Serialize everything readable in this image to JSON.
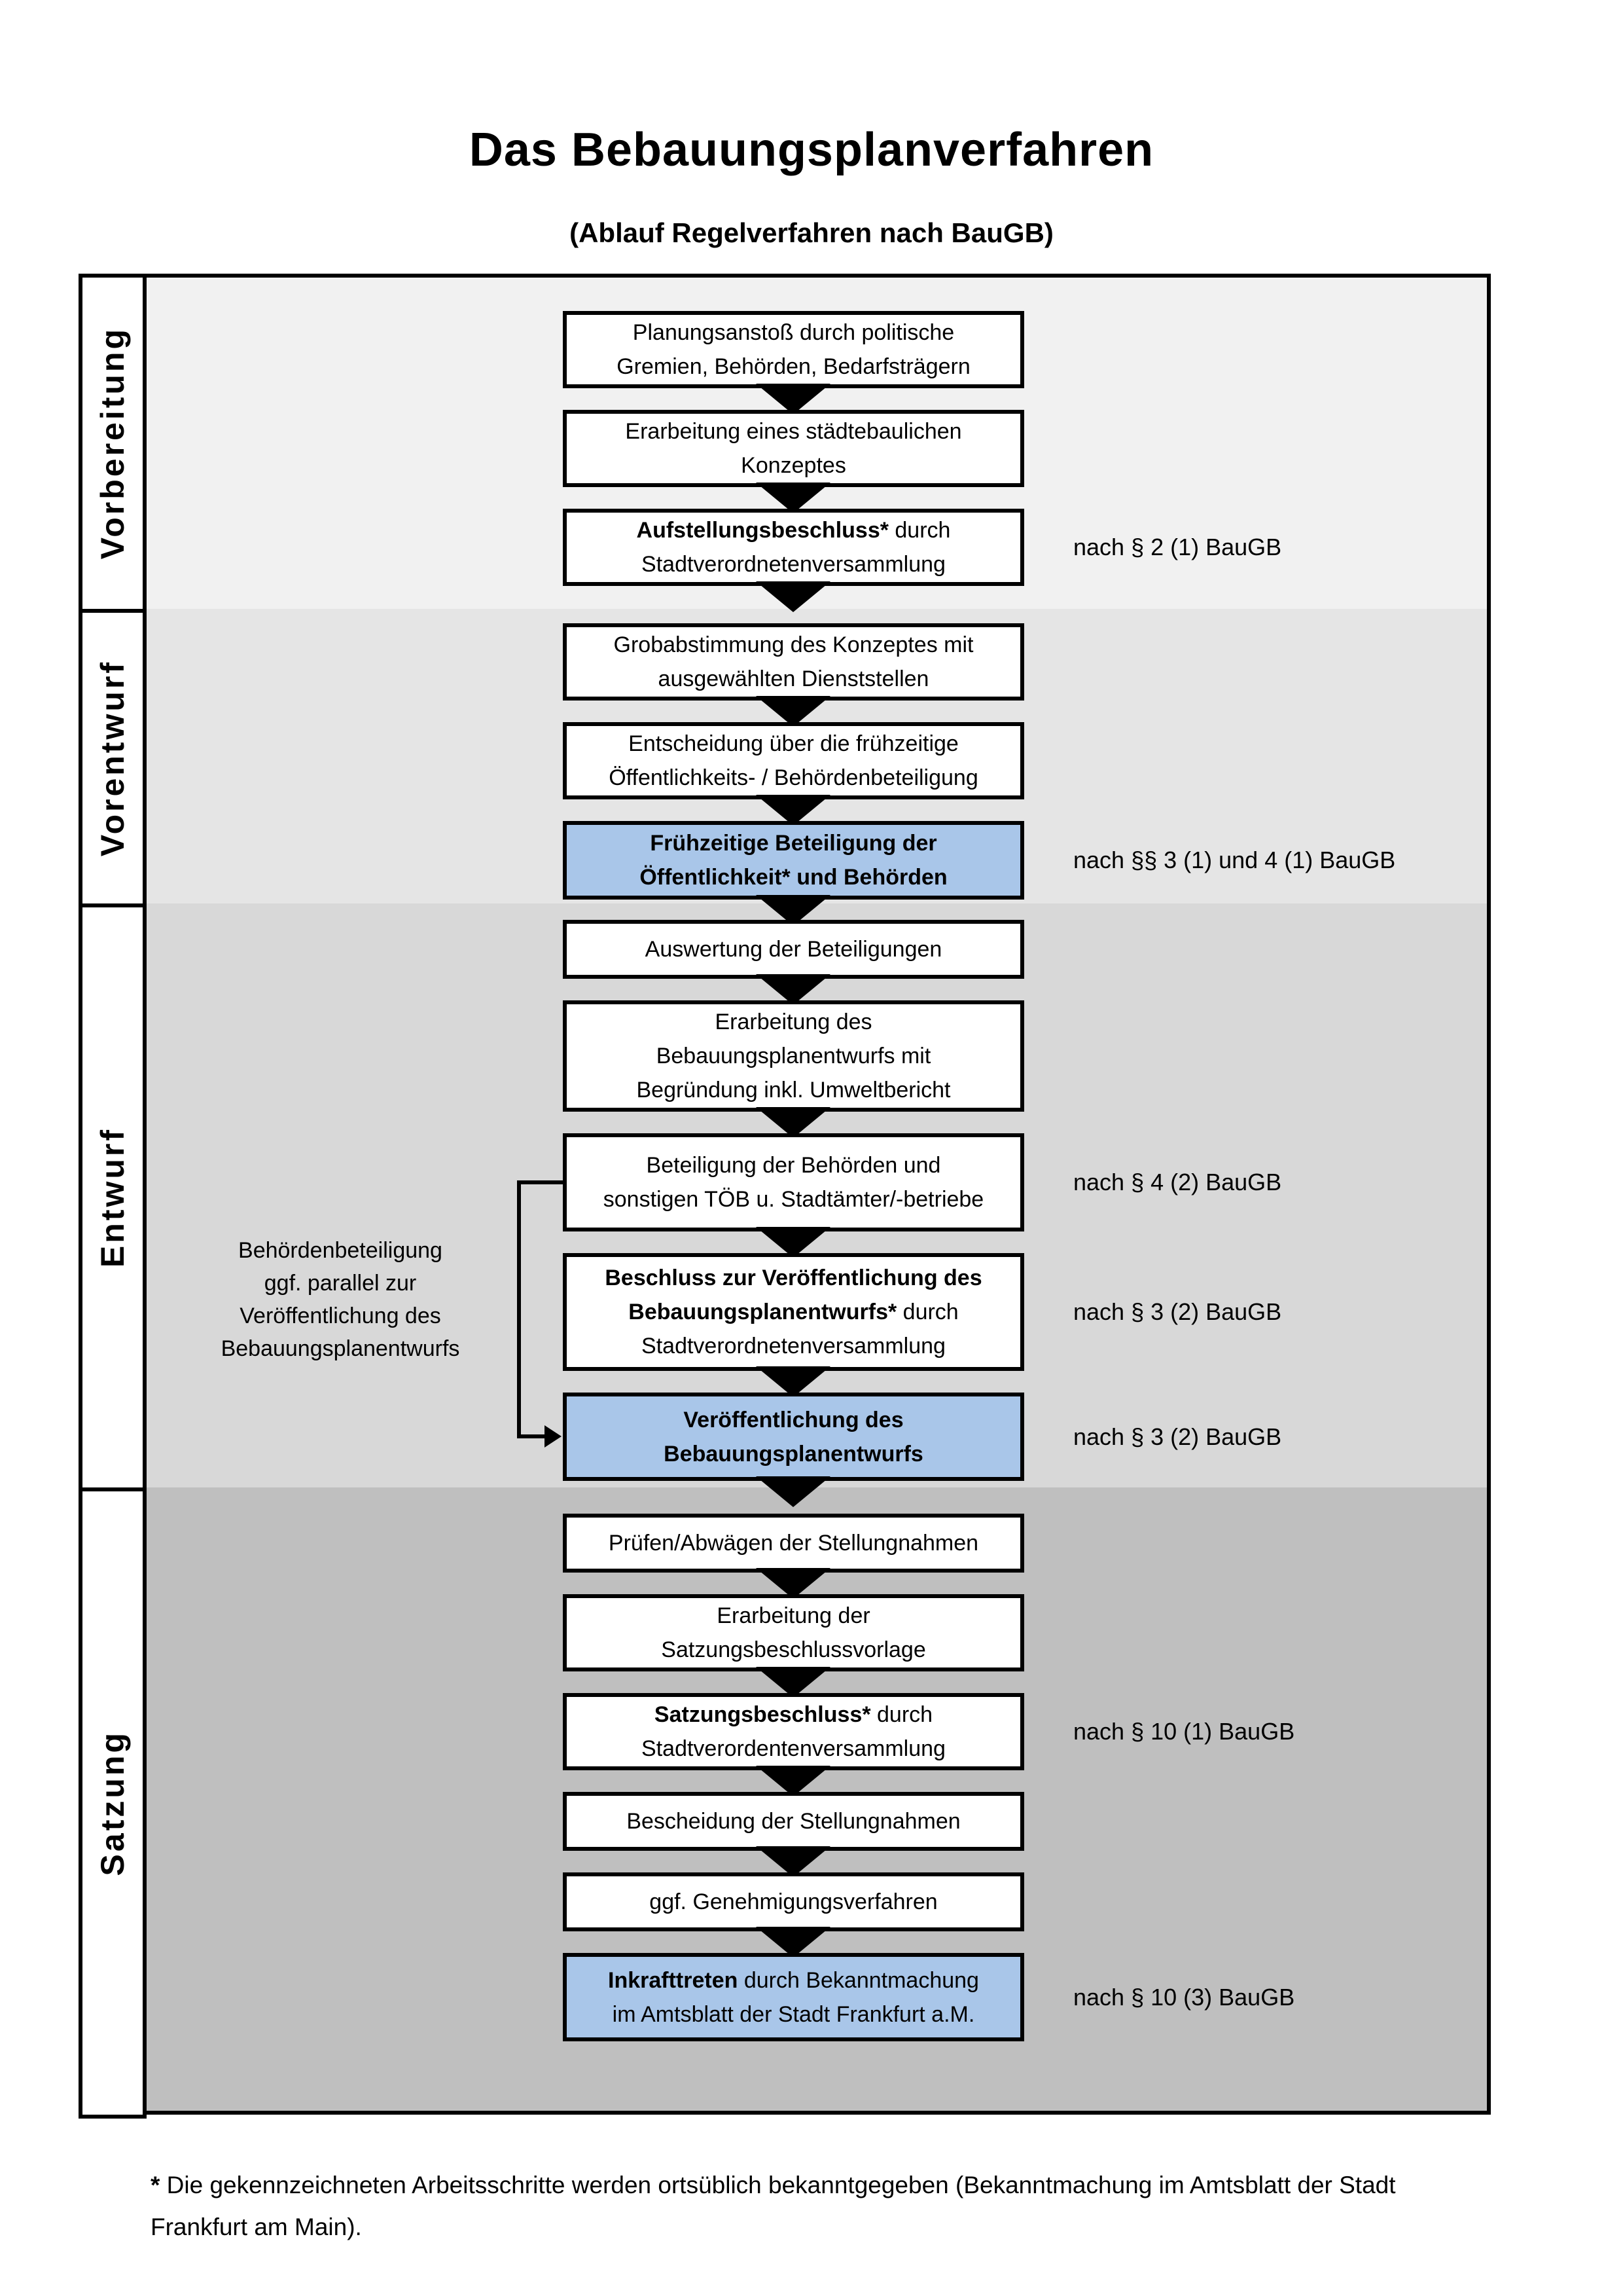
{
  "title": "Das Bebauungsplanverfahren",
  "subtitle": "(Ablauf Regelverfahren nach BauGB)",
  "colors": {
    "highlight_blue": "#a9c6e9",
    "band_vorbereitung": "#f1f1f1",
    "band_vorentwurf": "#e5e5e5",
    "band_entwurf": "#d8d8d8",
    "band_satzung": "#bfbfbf",
    "box_border": "#000000"
  },
  "phases": [
    {
      "label": "Vorbereitung"
    },
    {
      "label": "Vorentwurf"
    },
    {
      "label": "Entwurf"
    },
    {
      "label": "Satzung"
    }
  ],
  "boxes": [
    {
      "id": "planungsanstoss",
      "phase": 0,
      "h": 118,
      "highlight": false,
      "note": null,
      "lines": [
        [
          [
            "Planungsanstoß durch politische",
            0
          ]
        ],
        [
          [
            "Gremien, Behörden, Bedarfsträgern",
            0
          ]
        ]
      ]
    },
    {
      "id": "staedtebauliches-konzept",
      "phase": 0,
      "h": 118,
      "highlight": false,
      "note": null,
      "lines": [
        [
          [
            "Erarbeitung eines städtebaulichen",
            0
          ]
        ],
        [
          [
            "Konzeptes",
            0
          ]
        ]
      ]
    },
    {
      "id": "aufstellungsbeschluss",
      "phase": 0,
      "h": 118,
      "highlight": false,
      "note": "nach § 2 (1) BauGB",
      "lines": [
        [
          [
            "Aufstellungsbeschluss*",
            1
          ],
          [
            " durch",
            0
          ]
        ],
        [
          [
            "Stadtverordnetenversammlung",
            0
          ]
        ]
      ]
    },
    {
      "id": "grobabstimmung",
      "phase": 1,
      "h": 118,
      "highlight": false,
      "note": null,
      "lines": [
        [
          [
            "Grobabstimmung des Konzeptes mit",
            0
          ]
        ],
        [
          [
            "ausgewählten Dienststellen",
            0
          ]
        ]
      ]
    },
    {
      "id": "entscheidung-fruehzeitige-beteiligung",
      "phase": 1,
      "h": 118,
      "highlight": false,
      "note": null,
      "lines": [
        [
          [
            "Entscheidung über die frühzeitige",
            0
          ]
        ],
        [
          [
            "Öffentlichkeits- / Behördenbeteiligung",
            0
          ]
        ]
      ]
    },
    {
      "id": "fruehzeitige-beteiligung",
      "phase": 1,
      "h": 120,
      "highlight": true,
      "note": "nach §§ 3 (1) und 4 (1) BauGB",
      "lines": [
        [
          [
            "Frühzeitige Beteiligung der",
            1
          ]
        ],
        [
          [
            "Öffentlichkeit* und Behörden",
            1
          ]
        ]
      ]
    },
    {
      "id": "auswertung-beteiligungen",
      "phase": 2,
      "h": 90,
      "highlight": false,
      "note": null,
      "lines": [
        [
          [
            "Auswertung der Beteiligungen",
            0
          ]
        ]
      ]
    },
    {
      "id": "erarbeitung-bebauungsplanentwurf",
      "phase": 2,
      "h": 170,
      "highlight": false,
      "note": null,
      "lines": [
        [
          [
            "Erarbeitung des",
            0
          ]
        ],
        [
          [
            "Bebauungsplanentwurfs mit",
            0
          ]
        ],
        [
          [
            "Begründung inkl. Umweltbericht",
            0
          ]
        ]
      ]
    },
    {
      "id": "beteiligung-behoerden-toeb",
      "phase": 2,
      "h": 150,
      "highlight": false,
      "note": "nach § 4 (2) BauGB",
      "lines": [
        [
          [
            "Beteiligung der Behörden und",
            0
          ]
        ],
        [
          [
            "sonstigen TÖB u. Stadtämter/-betriebe",
            0
          ]
        ]
      ]
    },
    {
      "id": "beschluss-veroeffentlichung",
      "phase": 2,
      "h": 180,
      "highlight": false,
      "note": "nach § 3 (2) BauGB",
      "lines": [
        [
          [
            "Beschluss zur Veröffentlichung des",
            1
          ]
        ],
        [
          [
            "Bebauungsplanentwurfs*",
            1
          ],
          [
            " durch",
            0
          ]
        ],
        [
          [
            "Stadtverordnetenversammlung",
            0
          ]
        ]
      ]
    },
    {
      "id": "veroeffentlichung-bebauungsplanentwurf",
      "phase": 2,
      "h": 135,
      "highlight": true,
      "note": "nach § 3 (2) BauGB",
      "lines": [
        [
          [
            "Veröffentlichung des",
            1
          ]
        ],
        [
          [
            "Bebauungsplanentwurfs",
            1
          ]
        ]
      ]
    },
    {
      "id": "pruefen-abwaegen-stellungnahmen",
      "phase": 3,
      "h": 90,
      "highlight": false,
      "note": null,
      "lines": [
        [
          [
            "Prüfen/Abwägen der Stellungnahmen",
            0
          ]
        ]
      ]
    },
    {
      "id": "erarbeitung-satzungsbeschlussvorlage",
      "phase": 3,
      "h": 118,
      "highlight": false,
      "note": null,
      "lines": [
        [
          [
            "Erarbeitung der",
            0
          ]
        ],
        [
          [
            "Satzungsbeschlussvorlage",
            0
          ]
        ]
      ]
    },
    {
      "id": "satzungsbeschluss",
      "phase": 3,
      "h": 118,
      "highlight": false,
      "note": "nach § 10 (1) BauGB",
      "lines": [
        [
          [
            "Satzungsbeschluss*",
            1
          ],
          [
            " durch",
            0
          ]
        ],
        [
          [
            "Stadtverordentenversammlung",
            0
          ]
        ]
      ]
    },
    {
      "id": "bescheidung-stellungnahmen",
      "phase": 3,
      "h": 90,
      "highlight": false,
      "note": null,
      "lines": [
        [
          [
            "Bescheidung der Stellungnahmen",
            0
          ]
        ]
      ]
    },
    {
      "id": "genehmigungsverfahren",
      "phase": 3,
      "h": 90,
      "highlight": false,
      "note": null,
      "lines": [
        [
          [
            "ggf. Genehmigungsverfahren",
            0
          ]
        ]
      ]
    },
    {
      "id": "inkrafttreten",
      "phase": 3,
      "h": 135,
      "highlight": true,
      "note": "nach § 10 (3) BauGB",
      "lines": [
        [
          [
            "Inkrafttreten",
            1
          ],
          [
            " durch Bekanntmachung",
            0
          ]
        ],
        [
          [
            "im Amtsblatt der Stadt Frankfurt a.M.",
            0
          ]
        ]
      ]
    }
  ],
  "side_note": {
    "lines": [
      "Behördenbeteiligung",
      "ggf. parallel zur",
      "Veröffentlichung des",
      "Bebauungsplanentwurfs"
    ]
  },
  "footnote": {
    "marker": "*",
    "line1": " Die gekennzeichneten Arbeitsschritte werden ortsüblich bekanntgegeben (Bekanntmachung im Amtsblatt  der Stadt",
    "line2": "Frankfurt am Main)."
  }
}
